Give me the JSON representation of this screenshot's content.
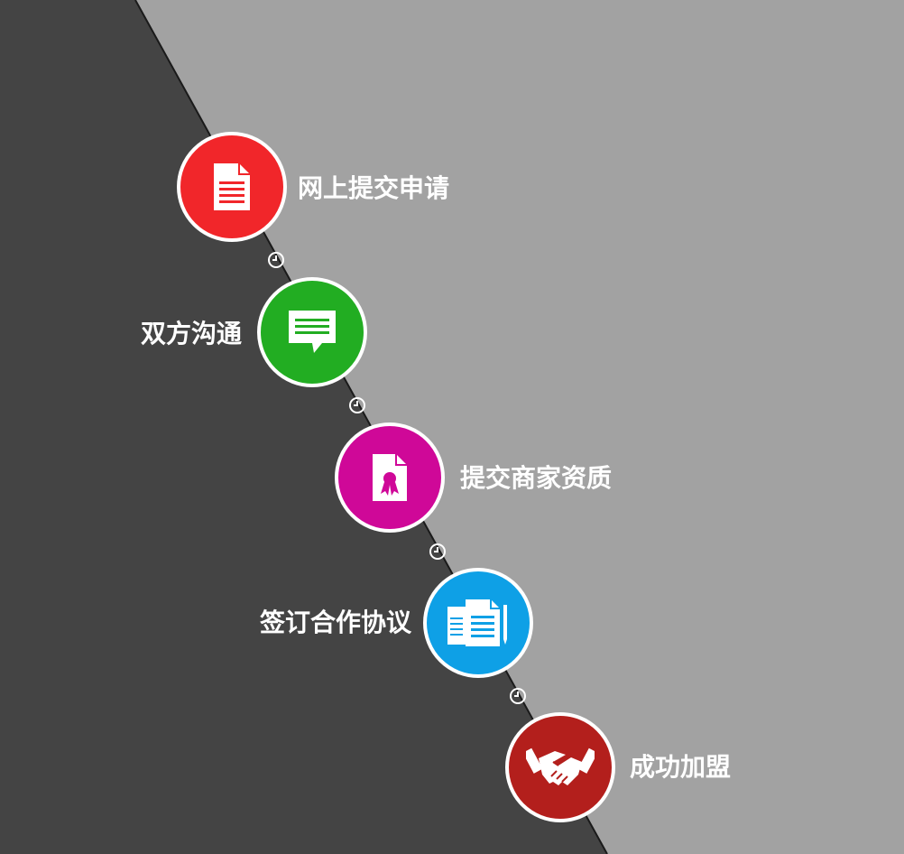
{
  "colors": {
    "dark_bg": "#444444",
    "light_bg": "#a2a2a2",
    "divider": "#1a1a1a",
    "text": "#ffffff"
  },
  "steps": [
    {
      "label": "网上提交申请",
      "color": "#f1262a",
      "icon": "document-icon"
    },
    {
      "label": "双方沟通",
      "color": "#22ad22",
      "icon": "chat-bubble-icon"
    },
    {
      "label": "提交商家资质",
      "color": "#cf0898",
      "icon": "certificate-icon"
    },
    {
      "label": "签订合作协议",
      "color": "#0ea0e6",
      "icon": "contract-documents-icon"
    },
    {
      "label": "成功加盟",
      "color": "#b31f1c",
      "icon": "handshake-icon"
    }
  ],
  "connectors": [
    {
      "icon": "clock-icon"
    },
    {
      "icon": "clock-icon"
    },
    {
      "icon": "clock-icon"
    },
    {
      "icon": "clock-icon"
    }
  ]
}
